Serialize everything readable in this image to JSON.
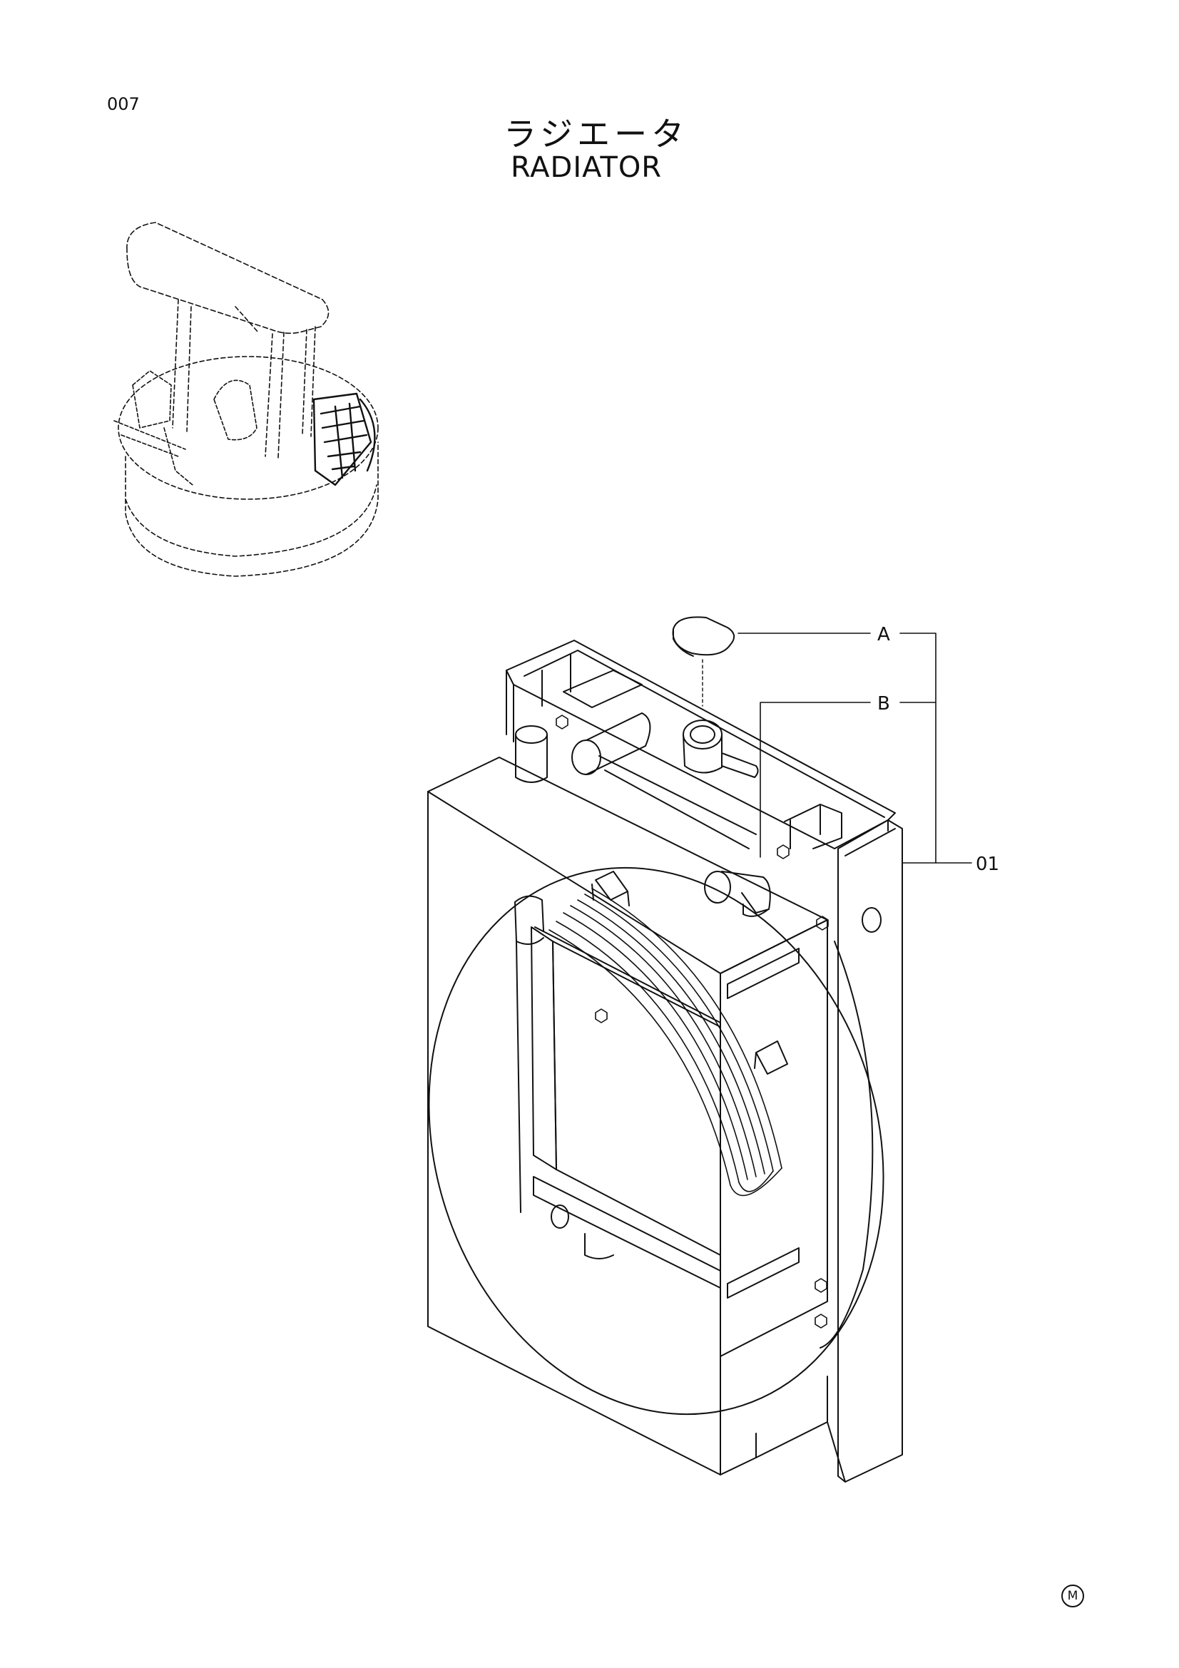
{
  "page": {
    "number": "007",
    "title_jp": "ラジエータ",
    "title_en": "RADIATOR",
    "mark": "M"
  },
  "callouts": {
    "a": "A",
    "b": "B",
    "part_01": "01"
  }
}
